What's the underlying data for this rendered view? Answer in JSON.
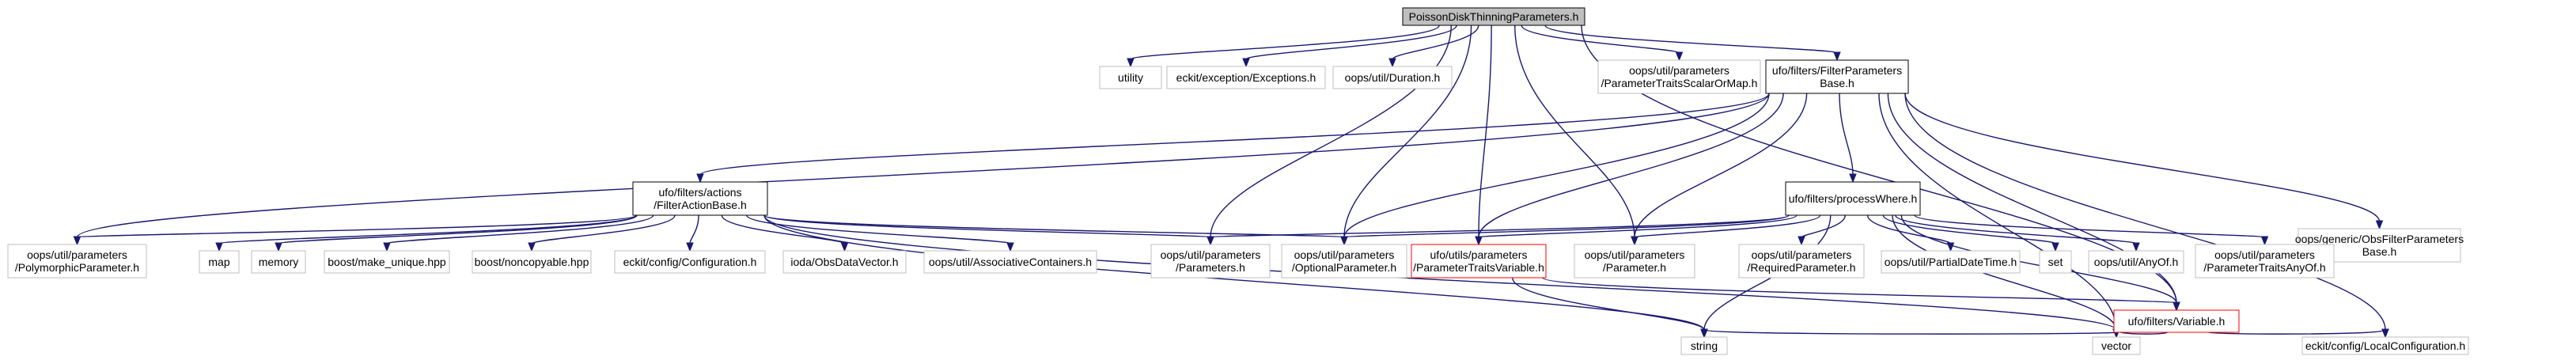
{
  "graph": {
    "nodes": [
      {
        "id": "root",
        "lines": [
          "PoissonDiskThinningParameters.h"
        ],
        "style": "root"
      },
      {
        "id": "utility",
        "lines": [
          "utility"
        ],
        "style": "gray"
      },
      {
        "id": "exceptions",
        "lines": [
          "eckit/exception/Exceptions.h"
        ],
        "style": "gray"
      },
      {
        "id": "duration",
        "lines": [
          "oops/util/Duration.h"
        ],
        "style": "gray"
      },
      {
        "id": "scalarormap",
        "lines": [
          "oops/util/parameters",
          "/ParameterTraitsScalarOrMap.h"
        ],
        "style": "gray"
      },
      {
        "id": "filterparams",
        "lines": [
          "ufo/filters/FilterParameters",
          "Base.h"
        ],
        "style": "black"
      },
      {
        "id": "filteraction",
        "lines": [
          "ufo/filters/actions",
          "/FilterActionBase.h"
        ],
        "style": "black"
      },
      {
        "id": "processwhere",
        "lines": [
          "ufo/filters/processWhere.h"
        ],
        "style": "black"
      },
      {
        "id": "obsfilterparams",
        "lines": [
          "oops/generic/ObsFilterParameters",
          "Base.h"
        ],
        "style": "gray"
      },
      {
        "id": "polymorphic",
        "lines": [
          "oops/util/parameters",
          "/PolymorphicParameter.h"
        ],
        "style": "gray"
      },
      {
        "id": "map",
        "lines": [
          "map"
        ],
        "style": "gray"
      },
      {
        "id": "memory",
        "lines": [
          "memory"
        ],
        "style": "gray"
      },
      {
        "id": "makeunique",
        "lines": [
          "boost/make_unique.hpp"
        ],
        "style": "gray"
      },
      {
        "id": "noncopyable",
        "lines": [
          "boost/noncopyable.hpp"
        ],
        "style": "gray"
      },
      {
        "id": "configuration",
        "lines": [
          "eckit/config/Configuration.h"
        ],
        "style": "gray"
      },
      {
        "id": "obsdatavector",
        "lines": [
          "ioda/ObsDataVector.h"
        ],
        "style": "gray"
      },
      {
        "id": "assoc",
        "lines": [
          "oops/util/AssociativeContainers.h"
        ],
        "style": "gray"
      },
      {
        "id": "parameters",
        "lines": [
          "oops/util/parameters",
          "/Parameters.h"
        ],
        "style": "gray"
      },
      {
        "id": "optional",
        "lines": [
          "oops/util/parameters",
          "/OptionalParameter.h"
        ],
        "style": "gray"
      },
      {
        "id": "traitsvariable",
        "lines": [
          "ufo/utils/parameters",
          "/ParameterTraitsVariable.h"
        ],
        "style": "red"
      },
      {
        "id": "parameter",
        "lines": [
          "oops/util/parameters",
          "/Parameter.h"
        ],
        "style": "gray"
      },
      {
        "id": "required",
        "lines": [
          "oops/util/parameters",
          "/RequiredParameter.h"
        ],
        "style": "gray"
      },
      {
        "id": "partialdatetime",
        "lines": [
          "oops/util/PartialDateTime.h"
        ],
        "style": "gray"
      },
      {
        "id": "set",
        "lines": [
          "set"
        ],
        "style": "gray"
      },
      {
        "id": "anyof",
        "lines": [
          "oops/util/AnyOf.h"
        ],
        "style": "gray"
      },
      {
        "id": "traitsanyof",
        "lines": [
          "oops/util/parameters",
          "/ParameterTraitsAnyOf.h"
        ],
        "style": "gray"
      },
      {
        "id": "variable",
        "lines": [
          "ufo/filters/Variable.h"
        ],
        "style": "red"
      },
      {
        "id": "string",
        "lines": [
          "string"
        ],
        "style": "gray"
      },
      {
        "id": "vector",
        "lines": [
          "vector"
        ],
        "style": "gray"
      },
      {
        "id": "localconfig",
        "lines": [
          "eckit/config/LocalConfiguration.h"
        ],
        "style": "gray"
      }
    ],
    "edges": [
      [
        "root",
        "utility"
      ],
      [
        "root",
        "exceptions"
      ],
      [
        "root",
        "duration"
      ],
      [
        "root",
        "scalarormap"
      ],
      [
        "root",
        "filterparams"
      ],
      [
        "root",
        "parameters"
      ],
      [
        "root",
        "optional"
      ],
      [
        "root",
        "traitsvariable"
      ],
      [
        "root",
        "parameter"
      ],
      [
        "root",
        "variable"
      ],
      [
        "filterparams",
        "filteraction"
      ],
      [
        "filterparams",
        "processwhere"
      ],
      [
        "filterparams",
        "obsfilterparams"
      ],
      [
        "filterparams",
        "polymorphic"
      ],
      [
        "filterparams",
        "optional"
      ],
      [
        "filterparams",
        "traitsvariable"
      ],
      [
        "filterparams",
        "parameter"
      ],
      [
        "filterparams",
        "variable"
      ],
      [
        "filterparams",
        "vector"
      ],
      [
        "filterparams",
        "localconfig"
      ],
      [
        "filteraction",
        "polymorphic"
      ],
      [
        "filteraction",
        "map"
      ],
      [
        "filteraction",
        "memory"
      ],
      [
        "filteraction",
        "makeunique"
      ],
      [
        "filteraction",
        "noncopyable"
      ],
      [
        "filteraction",
        "configuration"
      ],
      [
        "filteraction",
        "obsdatavector"
      ],
      [
        "filteraction",
        "assoc"
      ],
      [
        "filteraction",
        "parameters"
      ],
      [
        "filteraction",
        "optional"
      ],
      [
        "filteraction",
        "string"
      ],
      [
        "filteraction",
        "vector"
      ],
      [
        "processwhere",
        "parameters"
      ],
      [
        "processwhere",
        "optional"
      ],
      [
        "processwhere",
        "traitsvariable"
      ],
      [
        "processwhere",
        "parameter"
      ],
      [
        "processwhere",
        "required"
      ],
      [
        "processwhere",
        "partialdatetime"
      ],
      [
        "processwhere",
        "set"
      ],
      [
        "processwhere",
        "anyof"
      ],
      [
        "processwhere",
        "traitsanyof"
      ],
      [
        "processwhere",
        "variable"
      ],
      [
        "processwhere",
        "string"
      ],
      [
        "processwhere",
        "vector"
      ],
      [
        "traitsvariable",
        "variable"
      ],
      [
        "traitsvariable",
        "string"
      ],
      [
        "variable",
        "string"
      ],
      [
        "variable",
        "vector"
      ],
      [
        "variable",
        "localconfig"
      ]
    ]
  }
}
